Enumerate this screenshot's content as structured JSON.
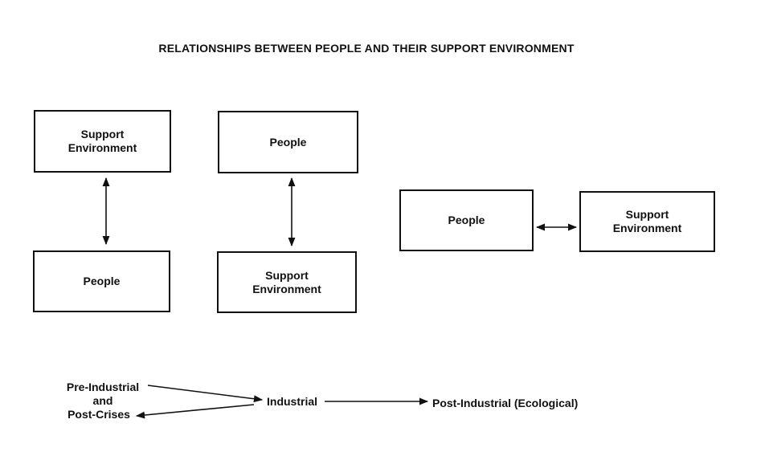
{
  "title": "RELATIONSHIPS BETWEEN PEOPLE AND THEIR SUPPORT ENVIRONMENT",
  "models": [
    {
      "top": {
        "line1": "Support",
        "line2": "Environment"
      },
      "bottom": {
        "line1": "People"
      },
      "connector": "two-way-vertical"
    },
    {
      "top": {
        "line1": "People"
      },
      "bottom": {
        "line1": "Support",
        "line2": "Environment"
      },
      "connector": "two-way-vertical"
    },
    {
      "left": {
        "line1": "People"
      },
      "right": {
        "line1": "Support",
        "line2": "Environment"
      },
      "connector": "two-way-horizontal"
    }
  ],
  "progression": {
    "stage1": {
      "line1": "Pre-Industrial",
      "line2": "and",
      "line3": "Post-Crises"
    },
    "stage2": "Industrial",
    "stage3": "Post-Industrial (Ecological)"
  },
  "colors": {
    "ink": "#111111",
    "background": "#ffffff"
  }
}
